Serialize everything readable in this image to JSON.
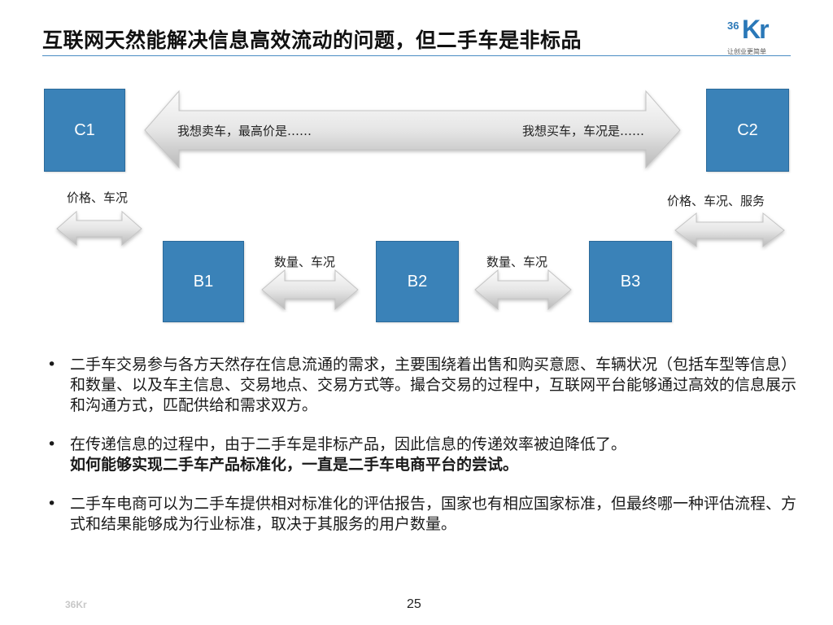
{
  "title": "互联网天然能解决信息高效流动的问题，但二手车是非标品",
  "logo": {
    "number": "36",
    "brand": "Kr",
    "tagline": "让创业更简单"
  },
  "diagram": {
    "nodes": {
      "c1": "C1",
      "c2": "C2",
      "b1": "B1",
      "b2": "B2",
      "b3": "B3"
    },
    "top_arrow_left_text": "我想卖车，最高价是……",
    "top_arrow_right_text": "我想买车，车况是……",
    "c1_b1_label": "价格、车况",
    "c2_b3_label": "价格、车况、服务",
    "b1_b2_label": "数量、车况",
    "b2_b3_label": "数量、车况"
  },
  "bullets": [
    {
      "marker": "•",
      "text": "二手车交易参与各方天然存在信息流通的需求，主要围绕着出售和购买意愿、车辆状况（包括车型等信息）和数量、以及车主信息、交易地点、交易方式等。撮合交易的过程中，互联网平台能够通过高效的信息展示和沟通方式，匹配供给和需求双方。",
      "strong": ""
    },
    {
      "marker": "•",
      "text": "在传递信息的过程中，由于二手车是非标产品，因此信息的传递效率被迫降低了。",
      "strong": "如何能够实现二手车产品标准化，一直是二手车电商平台的尝试。"
    },
    {
      "marker": "•",
      "text": "二手车电商可以为二手车提供相对标准化的评估报告，国家也有相应国家标准，但最终哪一种评估流程、方式和结果能够成为行业标准，取决于其服务的用户数量。",
      "strong": ""
    }
  ],
  "page_number": "25",
  "footer_logo": "36Kr"
}
